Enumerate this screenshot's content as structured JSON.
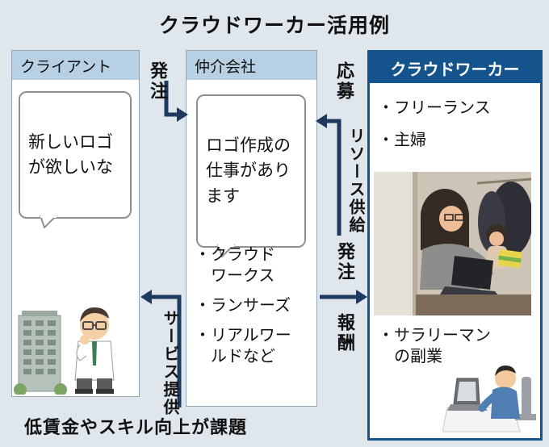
{
  "title": "クラウドワーカー活用例",
  "footer": "低賃金やスキル向上が課題",
  "client": {
    "header": "クライアント",
    "speech": "新しいロゴ\nが欲しいな"
  },
  "broker": {
    "header": "仲介会社",
    "speech": "ロゴ作成の\n仕事があり\nます",
    "items": [
      "・クラウド\nワークス",
      "・ランサーズ",
      "・リアルワー\nルドなど"
    ]
  },
  "worker": {
    "header": "クラウドワーカー",
    "items": [
      "・フリーランス",
      "・主婦"
    ],
    "side_job": "・サラリーマン\nの副業"
  },
  "flows": {
    "order_top": "発注",
    "apply": "応募",
    "resource_supply": "リソース供給",
    "order_bottom": "発注",
    "reward": "報酬",
    "service": "サービス提供"
  },
  "colors": {
    "background": "#dfe6ec",
    "header_light": "#b7d0e3",
    "header_dark": "#15538d",
    "arrow": "#1e3a5f",
    "bubble_border": "#8f8f8f"
  }
}
